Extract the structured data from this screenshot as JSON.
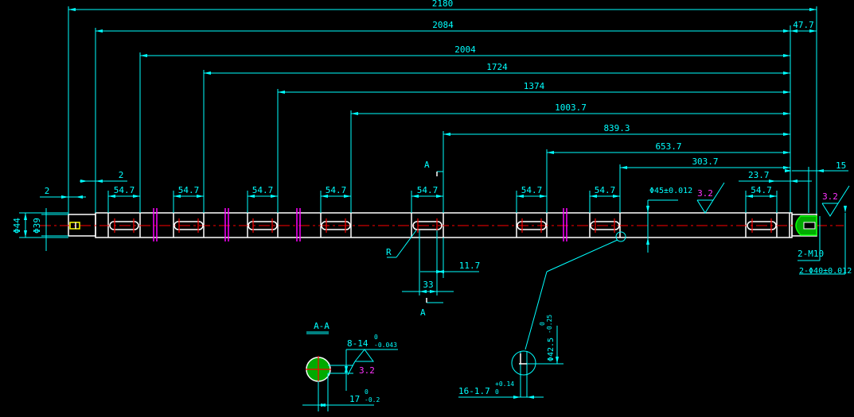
{
  "colors": {
    "background": "#000000",
    "dimension": "#00ffff",
    "outline": "#ffffff",
    "centerline": "#ff0000",
    "roughness": "#ff33ff",
    "hatch": "#00cc00",
    "thread": "#ffff00"
  },
  "dimensions": {
    "overall": "2180",
    "d2084": "2084",
    "d2004": "2004",
    "d1724": "1724",
    "d1374": "1374",
    "d1003_7": "1003.7",
    "d839_3": "839.3",
    "d653_7": "653.7",
    "d303_7": "303.7",
    "d47_7": "47.7",
    "d23_7": "23.7",
    "d15": "15",
    "left_2a": "2",
    "left_2b": "2",
    "keyway_length": [
      "54.7",
      "54.7",
      "54.7",
      "54.7",
      "54.7",
      "54.7",
      "54.7",
      "54.7"
    ],
    "dia44": "Φ44",
    "dia39": "Φ39",
    "dia45": "Φ45±0.012",
    "m10": "2-M10",
    "dia40": "2-Φ40±0.012",
    "d33": "33",
    "d11_7": "11.7",
    "radius": "R"
  },
  "roughness": [
    "3.2",
    "3.2",
    "3.2"
  ],
  "section": {
    "title": "A-A",
    "marker": "A",
    "key_width": "8-14",
    "key_width_tol_up": "0",
    "key_width_tol_low": "-0.043",
    "depth": "17",
    "depth_tol_up": "0",
    "depth_tol_low": "-0.2"
  },
  "hole_detail": {
    "dia": "Φ42.5",
    "dia_tol_up": "0",
    "dia_tol_low": "-0.25",
    "groove": "16-1.7",
    "groove_tol_up": "+0.14",
    "groove_tol_low": "0"
  }
}
